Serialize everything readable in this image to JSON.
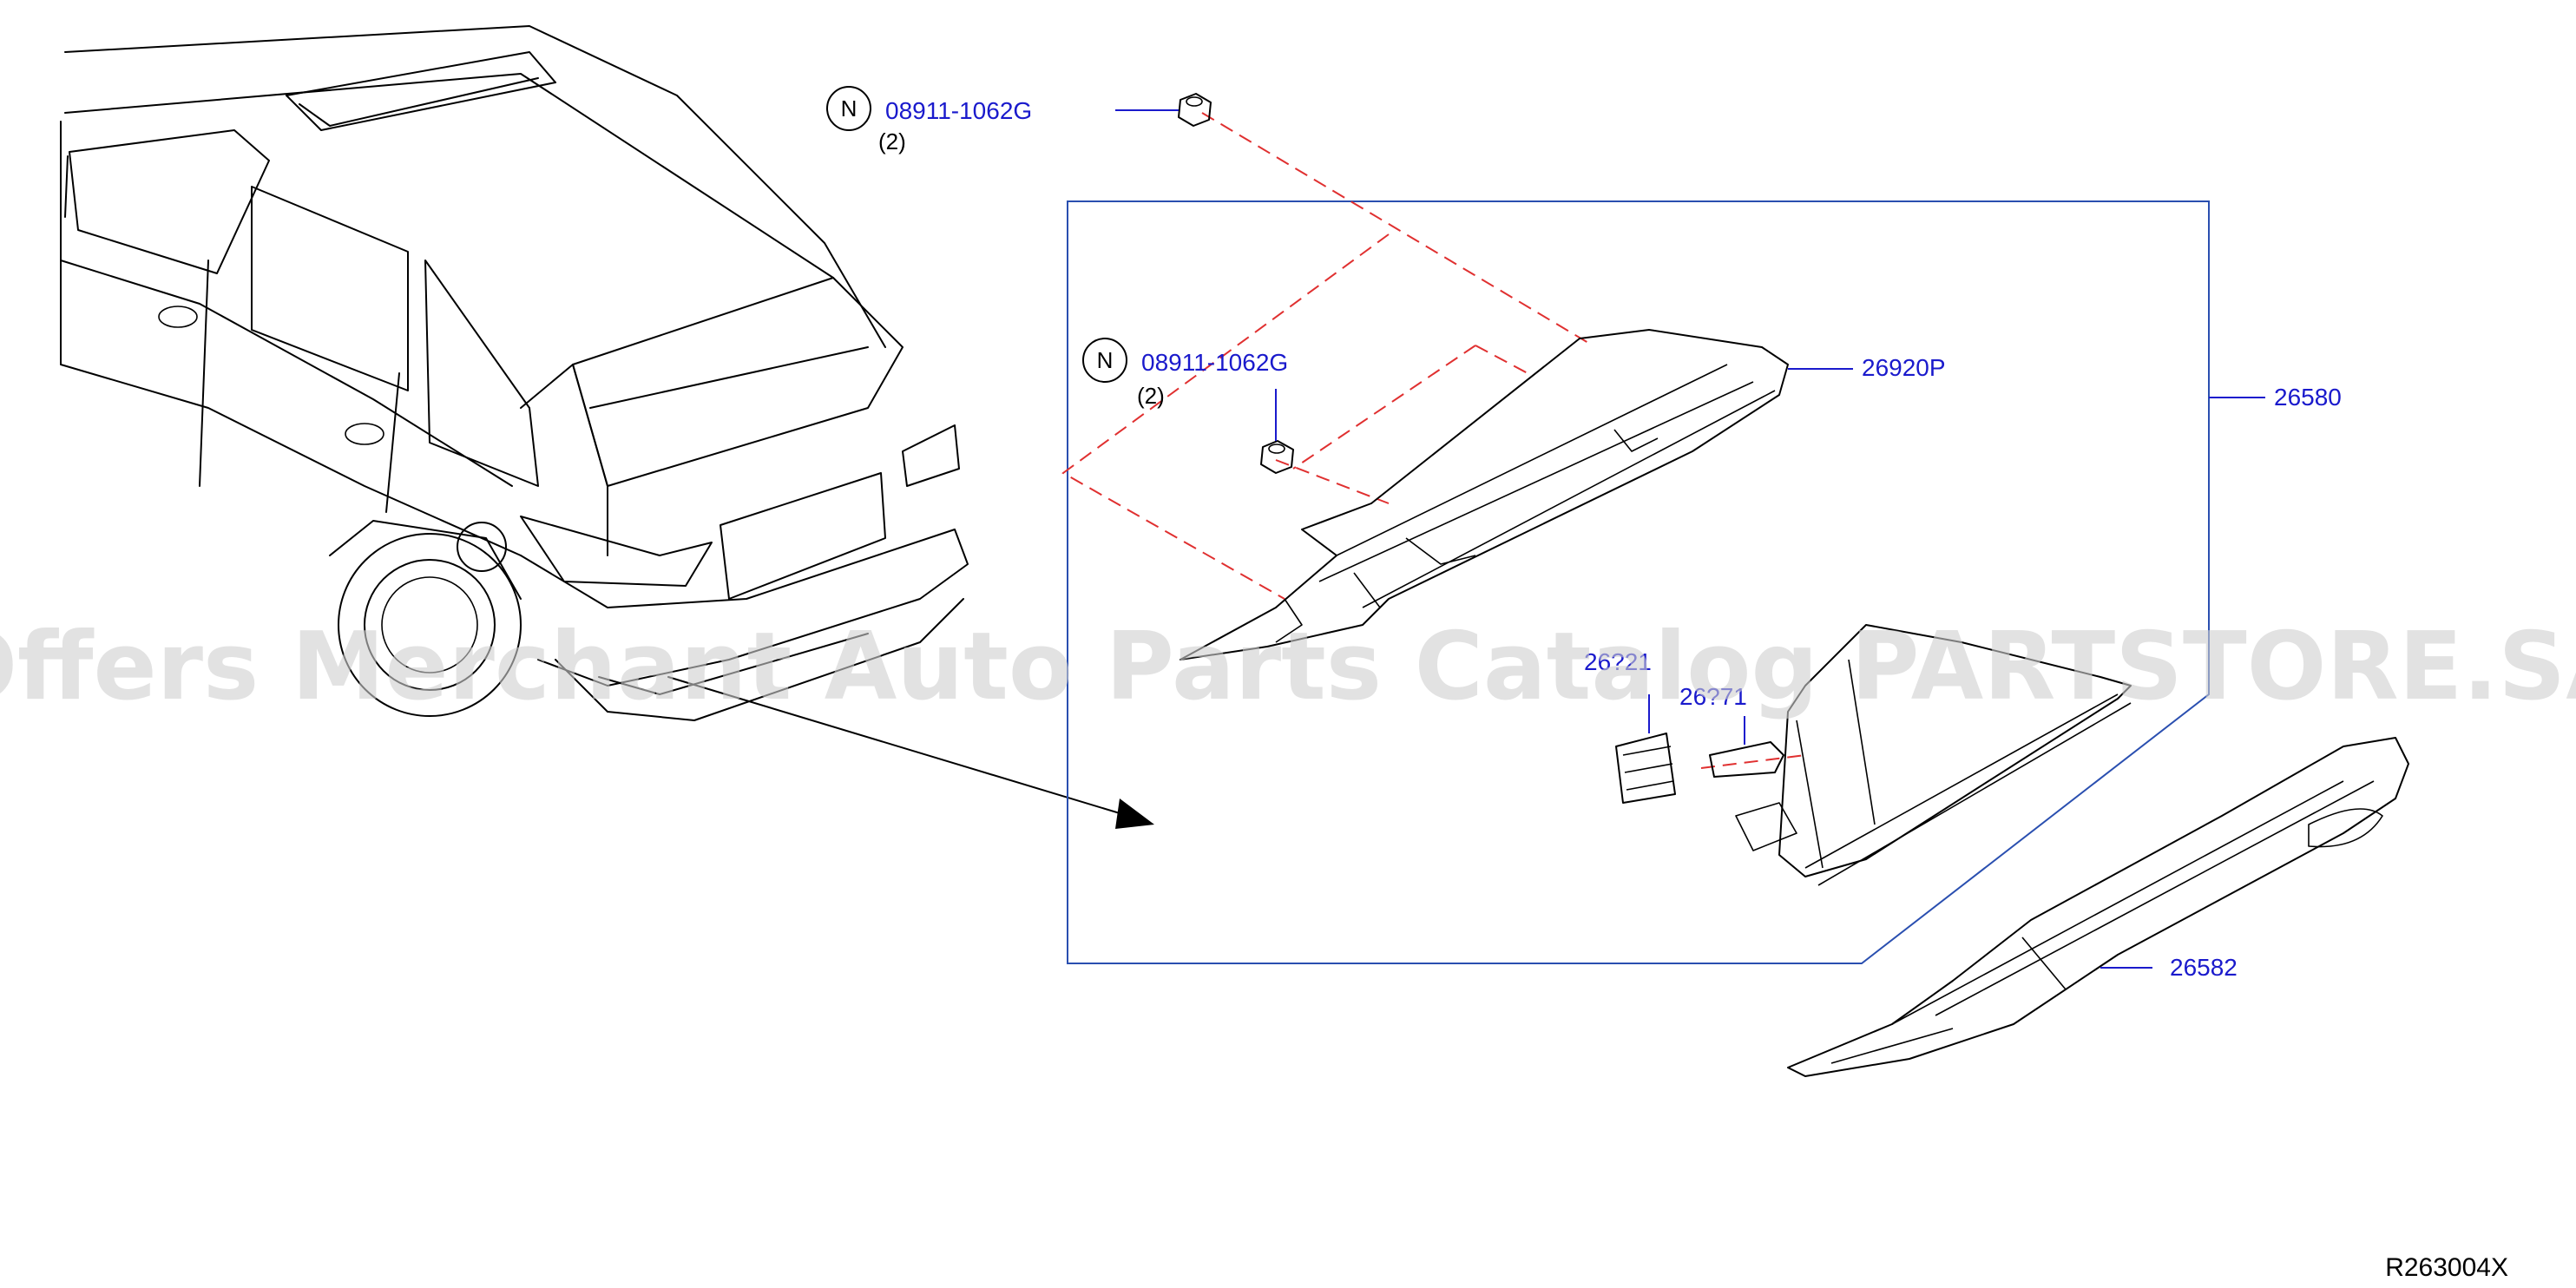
{
  "diagram": {
    "watermark": "Offers Merchant Auto Parts Catalog PARTSTORE.SA",
    "reference_code": "R263004X",
    "fasteners": [
      {
        "badge": "N",
        "part_number": "08911-1062G",
        "quantity": "(2)"
      },
      {
        "badge": "N",
        "part_number": "08911-1062G",
        "quantity": "(2)"
      }
    ],
    "callouts": {
      "bracket": "26920P",
      "assembly": "26580",
      "finisher": "26582",
      "socket_obscured": "26?21",
      "bulb_obscured": "26?71"
    },
    "colors": {
      "callout_text": "#1a1acc",
      "assembly_frame": "#2a4fb0",
      "explode_dash": "#e03030",
      "watermark": "#cfcfcf"
    }
  }
}
